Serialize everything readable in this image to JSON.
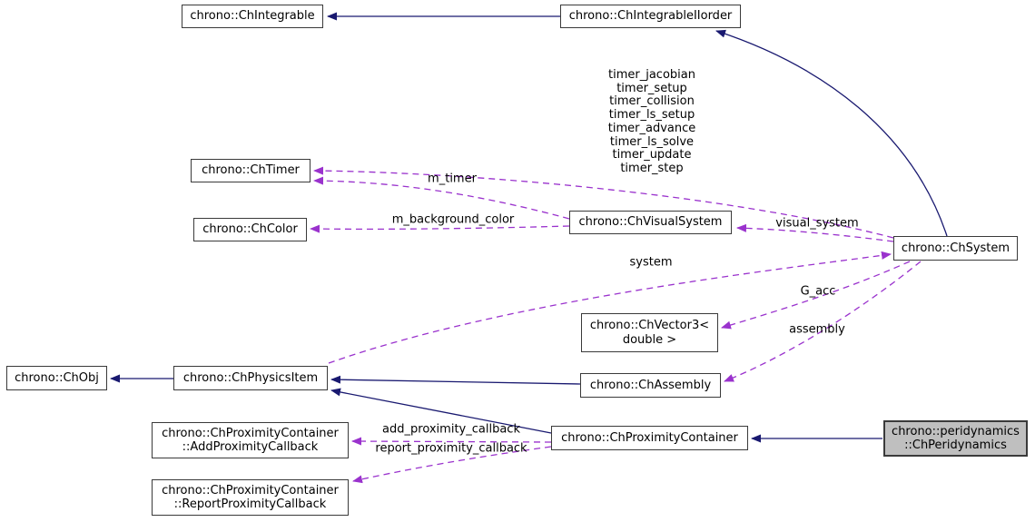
{
  "diagram": {
    "nodes": {
      "integrable": {
        "label": "chrono::ChIntegrable"
      },
      "integrable_iiorder": {
        "label": "chrono::ChIntegrableIIorder"
      },
      "timer": {
        "label": "chrono::ChTimer"
      },
      "color": {
        "label": "chrono::ChColor"
      },
      "visual_system": {
        "label": "chrono::ChVisualSystem"
      },
      "system": {
        "label": "chrono::ChSystem"
      },
      "vector3": {
        "label": "chrono::ChVector3<\ndouble >"
      },
      "obj": {
        "label": "chrono::ChObj"
      },
      "physics_item": {
        "label": "chrono::ChPhysicsItem"
      },
      "assembly": {
        "label": "chrono::ChAssembly"
      },
      "add_proximity_callback": {
        "label": "chrono::ChProximityContainer\n::AddProximityCallback"
      },
      "proximity_container": {
        "label": "chrono::ChProximityContainer"
      },
      "peridynamics": {
        "label": "chrono::peridynamics\n::ChPeridynamics"
      },
      "report_proximity_callback": {
        "label": "chrono::ChProximityContainer\n::ReportProximityCallback"
      }
    },
    "edge_labels": {
      "timer_members": "timer_jacobian\ntimer_setup\ntimer_collision\ntimer_ls_setup\ntimer_advance\ntimer_ls_solve\ntimer_update\ntimer_step",
      "m_timer": "m_timer",
      "m_background_color": "m_background_color",
      "visual_system": "visual_system",
      "system": "system",
      "g_acc": "G_acc",
      "assembly": "assembly",
      "add_proximity_callback": "add_proximity_callback",
      "report_proximity_callback": "report_proximity_callback"
    },
    "colors": {
      "inheritance_edge": "#191970",
      "usage_edge": "#9a32cd",
      "node_border": "#3a3a3a",
      "node_fill": "#ffffff",
      "highlight_fill": "#bfbfbf"
    }
  }
}
